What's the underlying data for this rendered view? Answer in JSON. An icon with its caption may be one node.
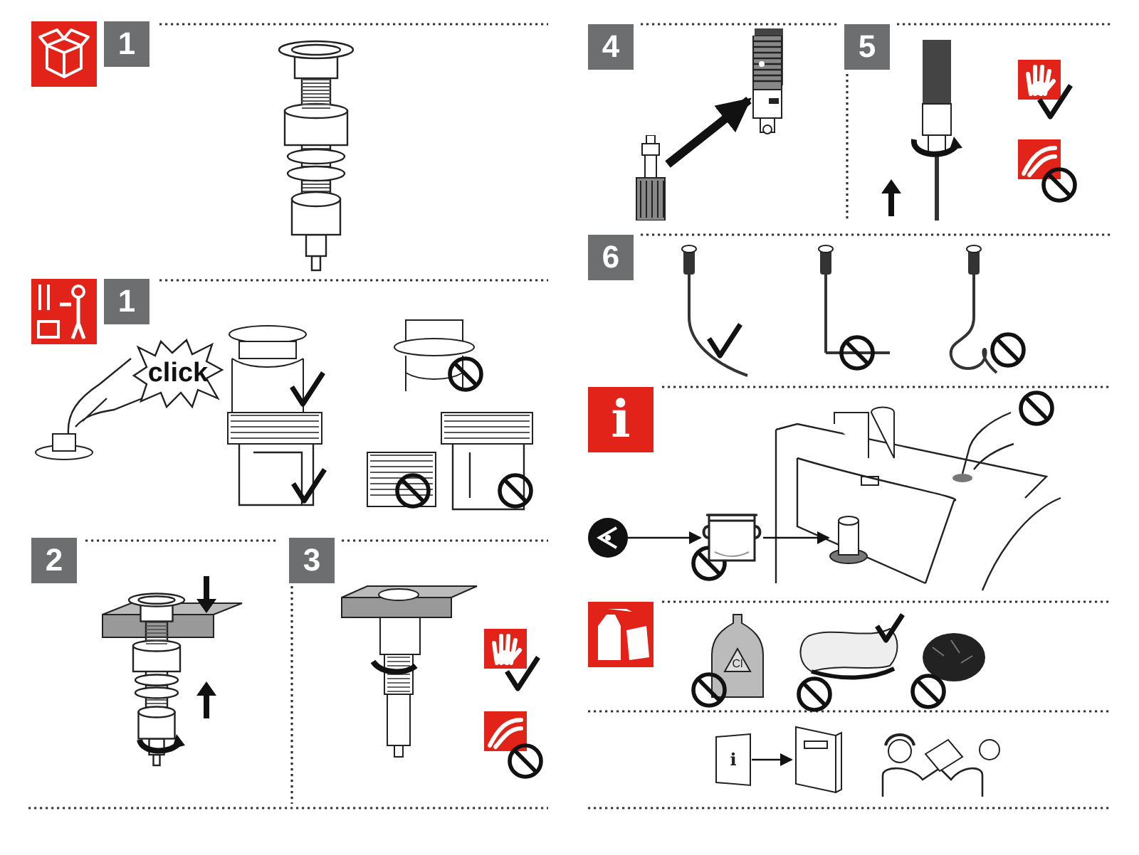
{
  "diagram": {
    "nodes": [
      {
        "text": [
          "1"
        ]
      },
      {
        "text": [
          "1"
        ]
      },
      {
        "text": [
          "click"
        ]
      },
      {
        "text": [
          "2"
        ]
      },
      {
        "text": [
          "3"
        ]
      },
      {
        "text": [
          "4"
        ]
      },
      {
        "text": [],
        "shape": "picture"
      },
      {
        "text": [],
        "shape": "picture"
      },
      {
        "text": [
          "5"
        ]
      },
      {
        "text": [
          "6"
        ]
      },
      {
        "text": [
          "i"
        ]
      },
      {
        "text": [],
        "shape": "picture"
      },
      {
        "text": [],
        "shape": "picture"
      },
      {
        "text": [],
        "shape": "picture"
      },
      {
        "text": [
          "Cl"
        ]
      },
      {
        "text": [
          "i"
        ]
      },
      {
        "text": [],
        "shape": "picture"
      }
    ],
    "edges": [
      {
        "from": 6,
        "to": 7,
        "arrow": "to",
        "style": "thick"
      },
      {
        "from": 11,
        "to": 12,
        "arrow": "to"
      },
      {
        "from": 12,
        "to": 13,
        "arrow": "to"
      },
      {
        "from": 15,
        "to": 16,
        "arrow": "to"
      }
    ]
  }
}
